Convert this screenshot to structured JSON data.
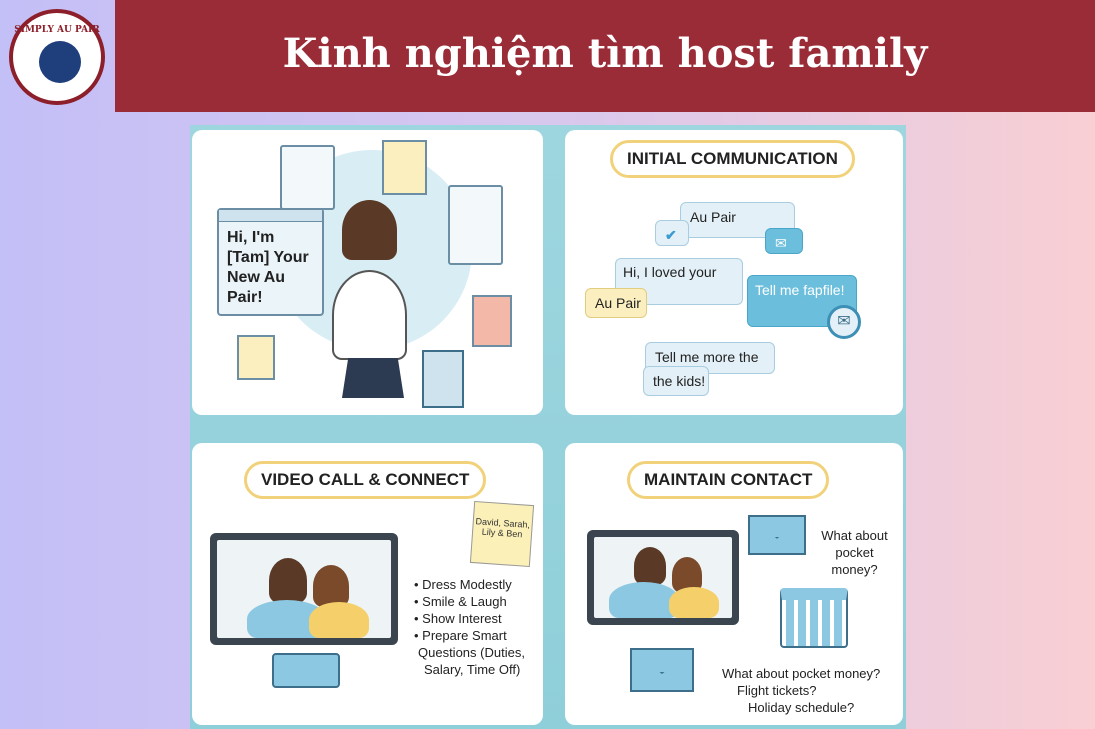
{
  "header": {
    "title": "Kinh nghiệm tìm host family"
  },
  "logo": {
    "name": "SIMPLY AU PAIR"
  },
  "panels": {
    "profile": {
      "intro": "Hi, I'm [Tam] Your New Au Pair!"
    },
    "communication": {
      "title": "INITIAL COMMUNICATION",
      "bubbles": [
        "Au Pair",
        "Hi, I loved your",
        "Au Pair",
        "Tell me fapfile!",
        "Tell me more the",
        "the kids!"
      ]
    },
    "video": {
      "title": "VIDEO CALL & CONNECT",
      "note": "David, Sarah, Lily & Ben",
      "tips": [
        "• Dress Modestly",
        "• Smile & Laugh",
        "• Show Interest",
        "• Prepare Smart",
        "Questions (Duties,",
        "Salary, Time Off)"
      ]
    },
    "contact": {
      "title": "MAINTAIN CONTACT",
      "q1": "What about pocket money?",
      "q2": [
        "What about pocket money?",
        "Flight tickets?",
        "Holiday schedule?"
      ]
    }
  },
  "colors": {
    "header": "#9a2c38",
    "accent": "#f1d27a",
    "bubble": "#6cbfdc"
  }
}
